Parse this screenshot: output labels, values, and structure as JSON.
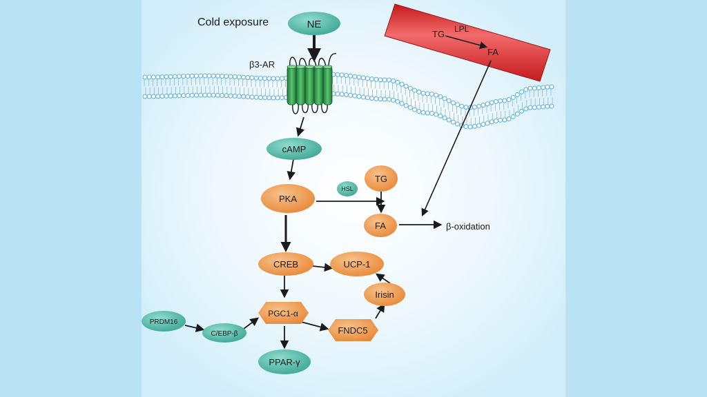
{
  "colors": {
    "background": "#b9e3f5",
    "panel_center": "#ffffff",
    "teal_node": "#5fbfb0",
    "orange_node": "#f0a05a",
    "receptor_green": "#2f9a4f",
    "lipid_head": "#5aaee0",
    "vessel_red": "#e0282b",
    "arrow": "#1a1a1a"
  },
  "labels": {
    "cold_exposure": "Cold exposure",
    "receptor": "β3-AR",
    "beta_oxidation": "β-oxidation"
  },
  "vessel": {
    "tg": "TG",
    "lpl": "LPL",
    "fa": "FA"
  },
  "nodes": {
    "ne": "NE",
    "camp": "cAMP",
    "pka": "PKA",
    "hsl": "HSL",
    "tg": "TG",
    "fa": "FA",
    "creb": "CREB",
    "ucp1": "UCP-1",
    "irisin": "Irisin",
    "pgc1a": "PGC1-α",
    "fndc5": "FNDC5",
    "prdm16": "PRDM16",
    "cebpb": "C/EBP-β",
    "pparg": "PPAR-γ"
  }
}
